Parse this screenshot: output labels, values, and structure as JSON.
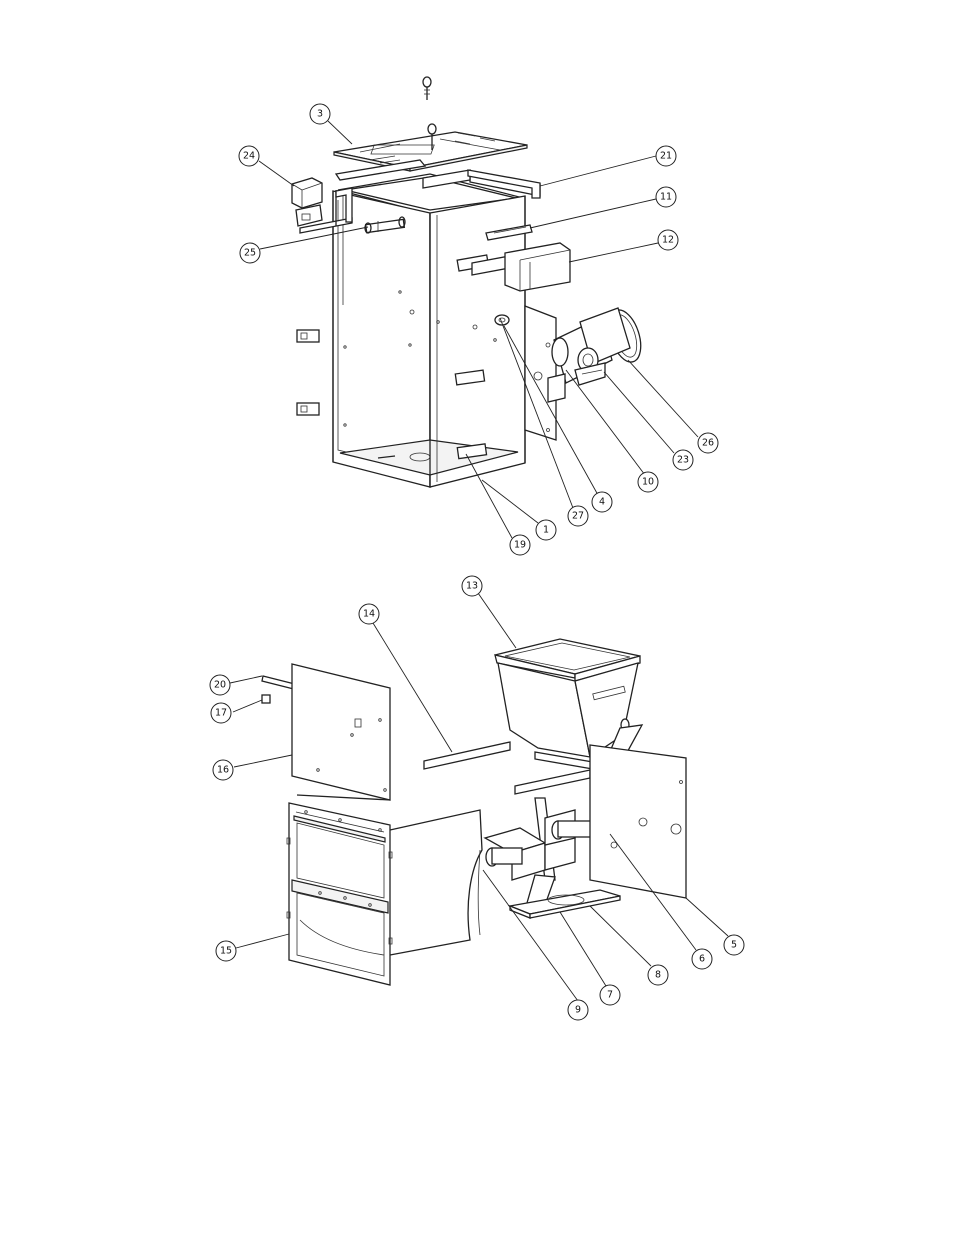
{
  "callouts": {
    "c1": "1",
    "c3": "3",
    "c4": "4",
    "c5": "5",
    "c6": "6",
    "c7": "7",
    "c8": "8",
    "c9": "9",
    "c10": "10",
    "c11": "11",
    "c12": "12",
    "c13": "13",
    "c14": "14",
    "c15": "15",
    "c16": "16",
    "c17": "17",
    "c19": "19",
    "c20": "20",
    "c21": "21",
    "c23": "23",
    "c24": "24",
    "c25": "25",
    "c26": "26",
    "c27": "27"
  },
  "colors": {
    "line": "#222222",
    "background": "#ffffff"
  }
}
